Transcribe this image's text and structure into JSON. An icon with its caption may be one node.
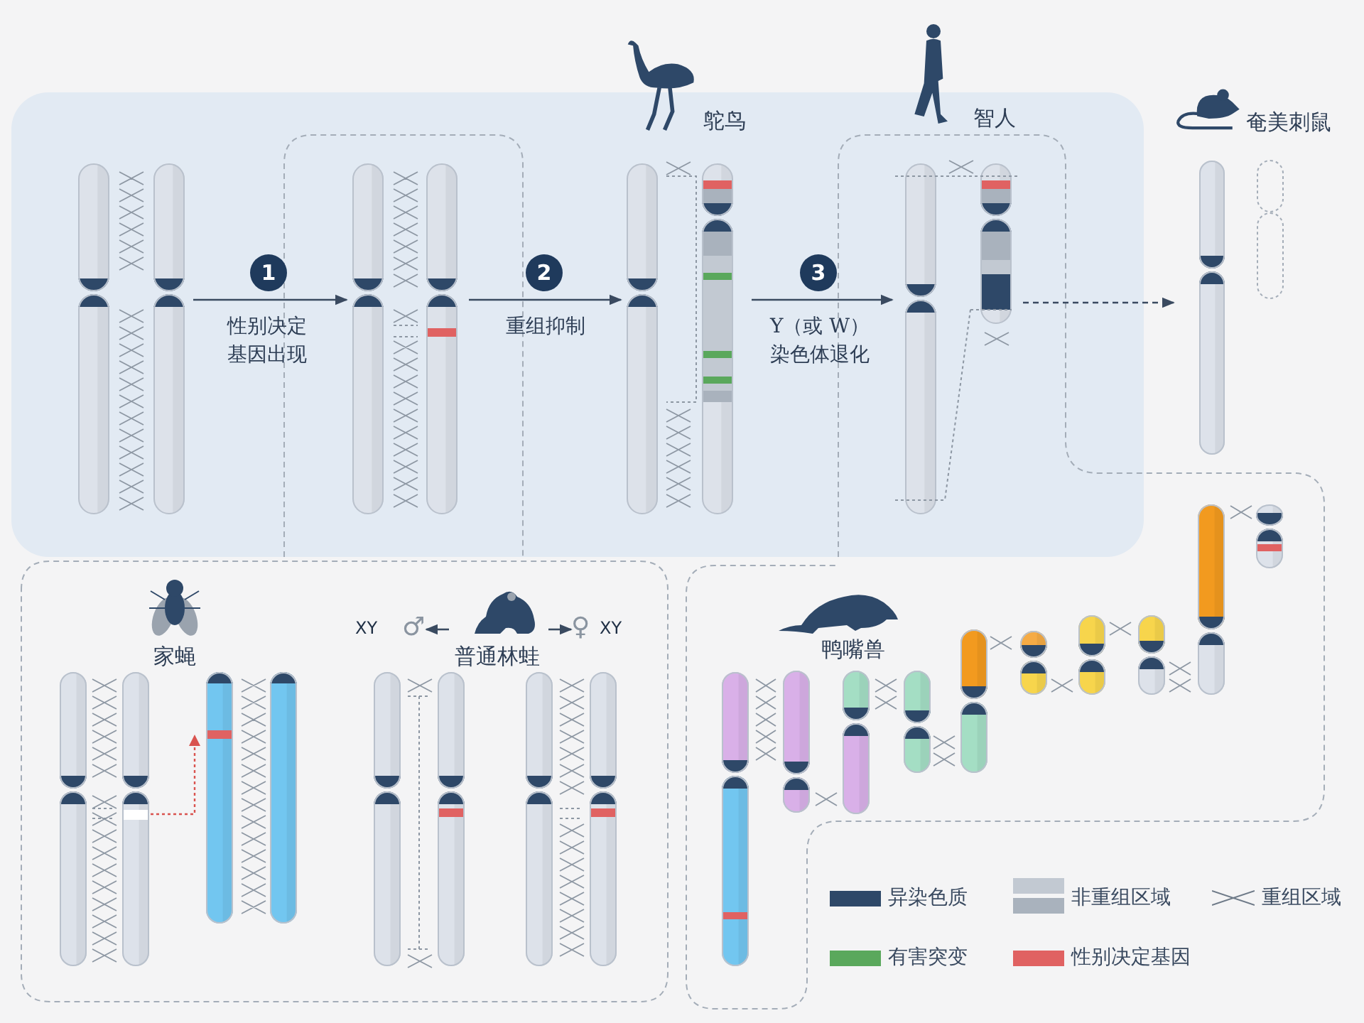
{
  "diagram": {
    "nodes": [
      {
        "text": [],
        "shape": "picture"
      },
      {
        "text": [],
        "shape": "picture"
      },
      {
        "text": [
          "鸵鸟"
        ]
      },
      {
        "text": [
          "智人"
        ]
      },
      {
        "text": [
          "奄美刺鼠"
        ]
      },
      {
        "text": [
          "家蝇"
        ]
      },
      {
        "text": [
          "普通林蛙"
        ]
      },
      {
        "text": [
          "XY",
          "♂"
        ]
      },
      {
        "text": [
          "♀",
          "XY"
        ]
      },
      {
        "text": [
          "鸭嘴兽"
        ]
      },
      {
        "text": [],
        "shape": "picture"
      },
      {
        "text": [],
        "shape": "picture"
      }
    ],
    "edges": [
      {
        "from": 0,
        "to": 1,
        "arrow": "to",
        "label": "性别决定基因出现"
      },
      {
        "from": 1,
        "to": 2,
        "arrow": "to",
        "label": "重组抑制"
      },
      {
        "from": 2,
        "to": 3,
        "arrow": "to",
        "label": "Y（或 W）染色体退化"
      },
      {
        "from": 3,
        "to": 4,
        "arrow": "to",
        "style": "dashed"
      },
      {
        "from": 6,
        "to": 7,
        "arrow": "to"
      },
      {
        "from": 6,
        "to": 8,
        "arrow": "to"
      }
    ],
    "labels": [
      "1",
      "2",
      "3"
    ],
    "legend": [
      {
        "text": "异染色质",
        "color": "#2e4868"
      },
      {
        "text": "非重组区域"
      },
      {
        "text": "重组区域"
      },
      {
        "text": "有害突变",
        "color": "#5aa85c"
      },
      {
        "text": "性别决定基因",
        "color": "#e06262"
      }
    ]
  }
}
